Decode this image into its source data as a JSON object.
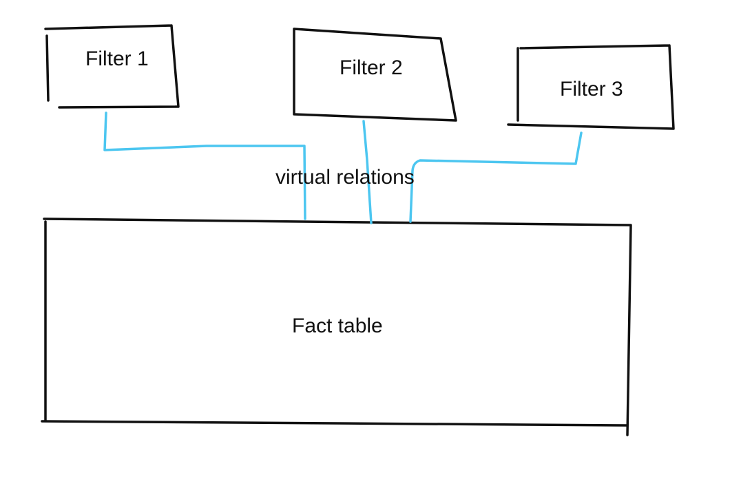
{
  "diagram": {
    "nodes": [
      {
        "id": "filter-1",
        "label": "Filter 1"
      },
      {
        "id": "filter-2",
        "label": "Filter 2"
      },
      {
        "id": "filter-3",
        "label": "Filter 3"
      },
      {
        "id": "fact-table",
        "label": "Fact table"
      }
    ],
    "connector_label": "virtual relations",
    "edges": [
      {
        "from": "filter-1",
        "to": "fact-table"
      },
      {
        "from": "filter-2",
        "to": "fact-table"
      },
      {
        "from": "filter-3",
        "to": "fact-table"
      }
    ]
  },
  "colors": {
    "box_stroke": "#111111",
    "connector_stroke": "#4cc6f0",
    "background": "#ffffff"
  }
}
